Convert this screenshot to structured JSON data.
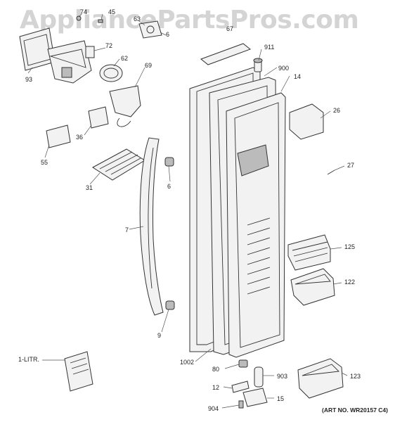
{
  "watermark": "AppliancePartsPros.com",
  "art_number": "(ART NO. WR20157 C4)",
  "labels": {
    "p74": "74",
    "p45": "45",
    "p63": "63",
    "p6a": "6",
    "p67": "67",
    "p93": "93",
    "p72": "72",
    "p62": "62",
    "p69": "69",
    "p911": "911",
    "p900": "900",
    "p14": "14",
    "p26": "26",
    "p36": "36",
    "p55": "55",
    "p27": "27",
    "p31": "31",
    "p6b": "6",
    "p7": "7",
    "p125": "125",
    "p122": "122",
    "p9": "9",
    "p1litr": "1-LITR.",
    "p1002": "1002",
    "p80": "80",
    "p903": "903",
    "p123": "123",
    "p12": "12",
    "p904": "904",
    "p15": "15"
  }
}
